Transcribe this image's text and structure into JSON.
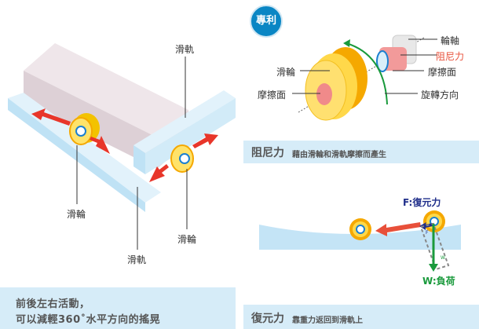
{
  "left_panel": {
    "labels": {
      "rail_top": "滑軌",
      "wheel": "滑輪",
      "wheel_right": "滑輪",
      "rail_bottom": "滑軌"
    },
    "caption": {
      "line1": "前後左右活動，",
      "line2": "可以減輕360˚水平方向的搖晃"
    }
  },
  "damping_panel": {
    "badge": "專利",
    "labels": {
      "axle": "輪軸",
      "damping": "阻尼力",
      "friction_right": "摩擦面",
      "rotation": "旋轉方向",
      "wheel": "滑輪",
      "friction_left": "摩擦面"
    },
    "caption": {
      "title": "阻尼力",
      "subtitle": "藉由滑輪和滑軌摩擦而產生"
    }
  },
  "restoring_panel": {
    "labels": {
      "force": "F:復元力",
      "load": "W:負荷",
      "f_small": "F",
      "w_small": "W"
    },
    "caption": {
      "title": "復元力",
      "subtitle": "靠重力返回到滑軌上"
    }
  },
  "colors": {
    "rail": "#c4e4f6",
    "wheel": "#f5a800",
    "arrow": "#e8503a",
    "force": "#1f2e8a",
    "load": "#1a9a3c",
    "damping": "#e8503a",
    "badge": "#0a86c4"
  }
}
